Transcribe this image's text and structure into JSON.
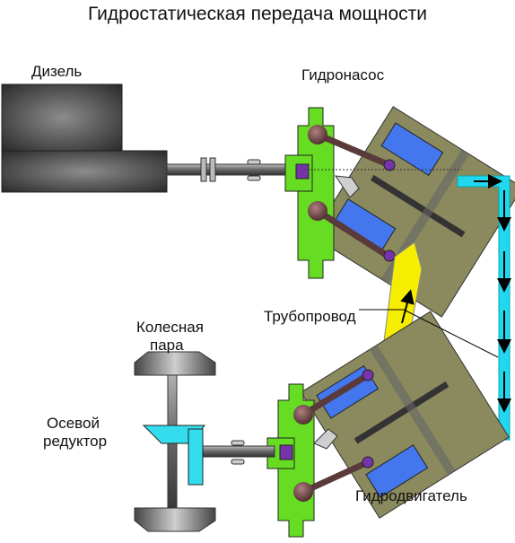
{
  "title": "Гидростатическая передача мощности",
  "labels": {
    "diesel": "Дизель",
    "pump": "Гидронасос",
    "pipeline": "Трубопровод",
    "wheelset_line1": "Колесная",
    "wheelset_line2": "пара",
    "axle_gear_line1": "Осевой",
    "axle_gear_line2": "редуктор",
    "motor": "Гидродвигатель"
  },
  "colors": {
    "engine": "#555555",
    "pump_flange": "#66dd22",
    "block": "#8a8a5e",
    "piston": "#4477ee",
    "rod": "#5a3a3a",
    "high_pressure_pipe": "#f5ee00",
    "return_pipe": "#22d8f0",
    "gearbox": "#33ddee"
  }
}
